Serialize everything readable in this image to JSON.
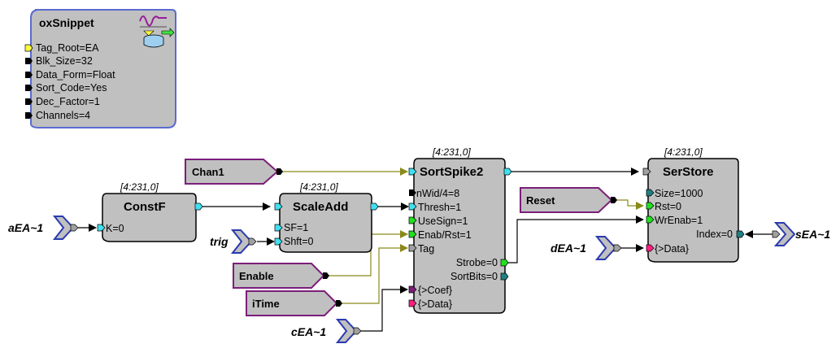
{
  "snippet": {
    "title": "oxSnippet",
    "params": [
      "Tag_Root=EA",
      "Blk_Size=32",
      "Data_Form=Float",
      "Sort_Code=Yes",
      "Dec_Factor=1",
      "Channels=4"
    ]
  },
  "rate_label": "[4:231,0]",
  "blocks": {
    "constf": {
      "title": "ConstF",
      "ports": [
        "K=0"
      ]
    },
    "scaleadd": {
      "title": "ScaleAdd",
      "ports": [
        "SF=1",
        "Shft=0"
      ]
    },
    "sortspike": {
      "title": "SortSpike2",
      "in_ports": [
        "nWid/4=8",
        "Thresh=1",
        "UseSign=1",
        "Enab/Rst=1",
        "Tag",
        "{>Coef}",
        "{>Data}"
      ],
      "out_ports": [
        "Strobe=0",
        "SortBits=0"
      ]
    },
    "serstore": {
      "title": "SerStore",
      "in_ports": [
        "Size=1000",
        "Rst=0",
        "WrEnab=1",
        "{>Data}"
      ],
      "out_ports": [
        "Index=0"
      ]
    }
  },
  "tags": {
    "chan1": "Chan1",
    "reset": "Reset",
    "enable": "Enable",
    "itime": "iTime"
  },
  "io": {
    "aea": "aEA~1",
    "trig": "trig",
    "cea": "cEA~1",
    "dea": "dEA~1",
    "sea": "sEA~1"
  },
  "colors": {
    "block_fill": "#c0c0c0",
    "block_border": "#000000",
    "snippet_border": "#5a6ad0",
    "tag_fill": "#c0c0c0",
    "tag_border": "#7a1f7a",
    "io_border": "#2a3ab0",
    "wire_black": "#000000",
    "wire_olive": "#8a8a1a",
    "port_cyan": "#40e0f0",
    "port_green": "#20e020",
    "port_teal": "#208080",
    "port_purple": "#7a1f7a",
    "port_pink": "#ff2080",
    "port_gray": "#a0a0a0",
    "port_yellow": "#ffff40",
    "port_black": "#000000"
  }
}
